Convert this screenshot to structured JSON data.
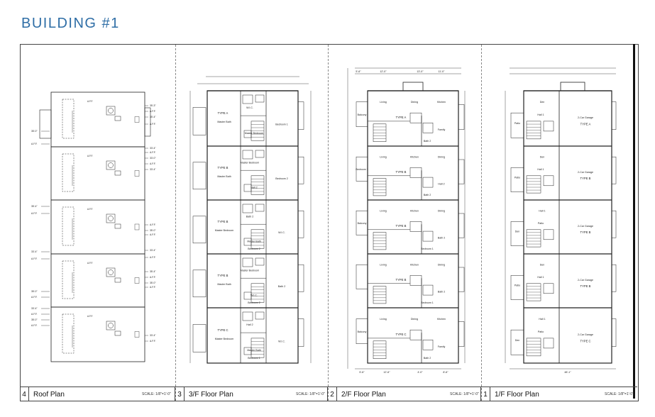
{
  "page_title": "BUILDING #1",
  "panels": [
    {
      "number": "4",
      "name": "Roof Plan",
      "scale": "SCALE: 1/8\"=1'-0\""
    },
    {
      "number": "3",
      "name": "3/F Floor Plan",
      "scale": "SCALE: 1/8\"=1'-0\""
    },
    {
      "number": "2",
      "name": "2/F Floor Plan",
      "scale": "SCALE: 1/8\"=1'-0\""
    },
    {
      "number": "1",
      "name": "1/F Floor Plan",
      "scale": "SCALE: 1/8\"=1'-0\""
    }
  ],
  "roof": {
    "left_elev": [
      "35'-0\"",
      "A.F.F.",
      "35'-4\"",
      "A.F.F.",
      "33'-4\"",
      "A.F.F.",
      "35'-0\"",
      "A.F.F.",
      "33'-4\"",
      "A.F.F.",
      "35'-0\"",
      "A.F.F.",
      "32'-4\"",
      "A.F.F.",
      "32'-4\"",
      "A.F.F.",
      "36'-0\"",
      "A.F.F."
    ],
    "right_elev": [
      "35'-3\"",
      "A.F.F.",
      "35'-4\"",
      "A.F.F.",
      "33'-4\"",
      "A.F.F.",
      "33'-0\"",
      "A.F.F.",
      "33'-4\"",
      "A.F.F.",
      "35'-0\"",
      "A.F.F.",
      "33'-4\"",
      "A.F.F.",
      "35'-4\"",
      "A.F.F.",
      "35'-0\"",
      "A.F.F.",
      "33'-4\"",
      "A.F.F."
    ]
  },
  "floor3": {
    "units": [
      {
        "type": "TYPE A",
        "rooms": [
          "Master Bath",
          "W.I.C.",
          "Master Bedroom",
          "Bedroom 1"
        ]
      },
      {
        "type": "TYPE B",
        "rooms": [
          "Master Bath",
          "Master Bedroom",
          "Hall 2",
          "Bedroom 2"
        ]
      },
      {
        "type": "TYPE B",
        "rooms": [
          "Master Bedroom",
          "Bath 2",
          "Master Bath",
          "W.I.C.",
          "Bedroom 2"
        ]
      },
      {
        "type": "TYPE B",
        "rooms": [
          "Master Bath",
          "Master Bedroom",
          "W.I.C.",
          "Bath 2",
          "Bedroom 2"
        ]
      },
      {
        "type": "TYPE C",
        "rooms": [
          "Master Bedroom",
          "Hall 2",
          "Master Bath",
          "W.I.C.",
          "Bedroom 1"
        ]
      }
    ]
  },
  "floor2": {
    "units": [
      {
        "type": "TYPE A",
        "rooms": [
          "Living",
          "Dining",
          "Kitchen",
          "Family",
          "Bath 2",
          "Balcony"
        ]
      },
      {
        "type": "TYPE B",
        "rooms": [
          "Living",
          "Kitchen",
          "Dining",
          "Hall 2",
          "Bath 2",
          "Bedroom 1"
        ]
      },
      {
        "type": "TYPE B",
        "rooms": [
          "Living",
          "Kitchen",
          "Dining",
          "Bath 2",
          "Bedroom 1",
          "Balcony"
        ]
      },
      {
        "type": "TYPE B",
        "rooms": [
          "Living",
          "Kitchen",
          "Dining",
          "Bath 2",
          "Bedroom 1"
        ]
      },
      {
        "type": "TYPE C",
        "rooms": [
          "Living",
          "Dining",
          "Kitchen",
          "Family",
          "Bath 2",
          "Balcony"
        ]
      }
    ]
  },
  "floor1": {
    "units": [
      {
        "type": "TYPE A",
        "rooms": [
          "Den",
          "Hall 1",
          "Patio",
          "2-Car Garage"
        ]
      },
      {
        "type": "TYPE B",
        "rooms": [
          "Den",
          "Hall 1",
          "Patio",
          "2-Car Garage"
        ]
      },
      {
        "type": "TYPE B",
        "rooms": [
          "Hall 1",
          "Patio",
          "Den",
          "2-Car Garage"
        ]
      },
      {
        "type": "TYPE B",
        "rooms": [
          "Den",
          "Hall 1",
          "Patio",
          "2-Car Garage"
        ]
      },
      {
        "type": "TYPE C",
        "rooms": [
          "Hall 1",
          "Patio",
          "Den",
          "2-Car Garage"
        ]
      }
    ]
  },
  "dims": {
    "f2_top": [
      "5'-6\"",
      "12'-0\"",
      "13'-0\"",
      "11'-0\""
    ],
    "f2_bottom": [
      "5'-6\"",
      "12'-6\"",
      "4'-0\"",
      "8'-6\""
    ],
    "f1_bottom": "48'-1\""
  }
}
